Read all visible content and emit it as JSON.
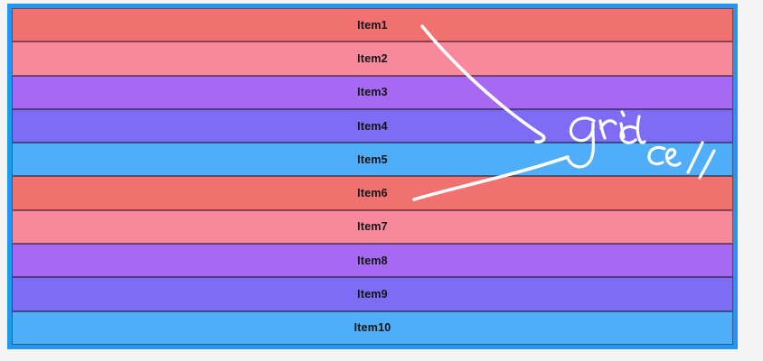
{
  "page": {
    "background_color": "#f4f4f5"
  },
  "grid": {
    "border_color": "#2196f3",
    "cell_border_color": "rgba(0,0,0,0.45)",
    "cell_text_color": "#141414",
    "items": [
      {
        "label": "Item1",
        "color": "#f17070"
      },
      {
        "label": "Item2",
        "color": "#f8899c"
      },
      {
        "label": "Item3",
        "color": "#a669f2"
      },
      {
        "label": "Item4",
        "color": "#7e6cf5"
      },
      {
        "label": "Item5",
        "color": "#4fadf9"
      },
      {
        "label": "Item6",
        "color": "#f17070"
      },
      {
        "label": "Item7",
        "color": "#f8899c"
      },
      {
        "label": "Item8",
        "color": "#a669f2"
      },
      {
        "label": "Item9",
        "color": "#7e6cf5"
      },
      {
        "label": "Item10",
        "color": "#4fadf9"
      }
    ]
  },
  "annotation": {
    "text": "grid cell",
    "color": "#ffffff"
  }
}
